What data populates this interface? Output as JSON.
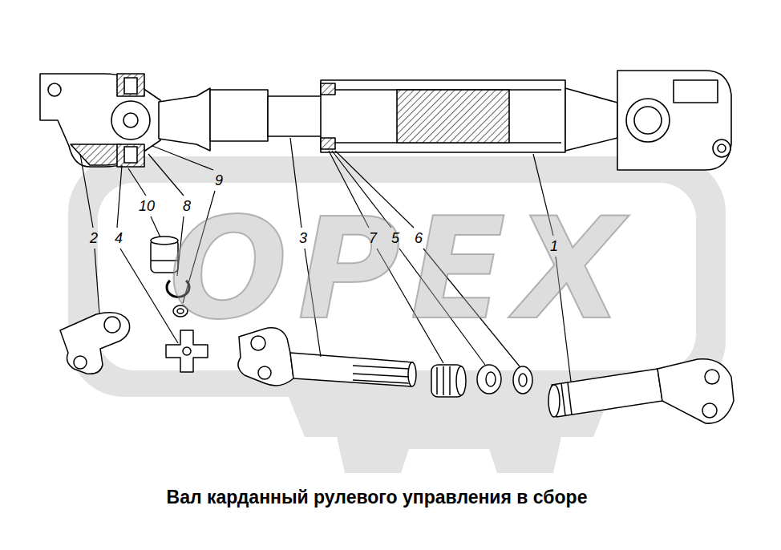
{
  "diagram": {
    "caption": "Вал карданный рулевого управления в сборе",
    "labels": [
      "9",
      "10",
      "8",
      "2",
      "4",
      "3",
      "7",
      "5",
      "6",
      "1",
      "ОРЕХ"
    ]
  }
}
